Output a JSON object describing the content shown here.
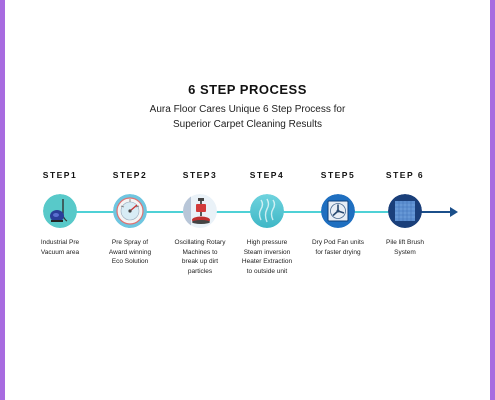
{
  "header": {
    "title": "6 STEP PROCESS",
    "subtitle_line1": "Aura Floor Cares Unique 6 Step Process for",
    "subtitle_line2": "Superior Carpet Cleaning Results"
  },
  "colors": {
    "frame": "#a86be0",
    "timeline": "#4fd1d6",
    "arrow": "#1b4f8a"
  },
  "steps": [
    {
      "label": "STEP1",
      "icon": "vacuum-icon",
      "desc": [
        "Industrial Pre",
        "Vacuum area"
      ]
    },
    {
      "label": "STEP2",
      "icon": "spray-gauge-icon",
      "desc": [
        "Pre Spray of",
        "Award winning",
        "Eco Solution"
      ]
    },
    {
      "label": "STEP3",
      "icon": "rotary-machine-icon",
      "desc": [
        "Oscillating Rotary",
        "Machines  to",
        "break up dirt",
        "particles"
      ]
    },
    {
      "label": "STEP4",
      "icon": "steam-icon",
      "desc": [
        "High pressure",
        "Steam inversion",
        "Heater Extraction",
        "to outside unit"
      ]
    },
    {
      "label": "STEP5",
      "icon": "fan-icon",
      "desc": [
        "Dry Pod Fan units",
        "for faster drying"
      ]
    },
    {
      "label": "STEP 6",
      "icon": "carpet-brush-icon",
      "desc": [
        "Pile lift Brush",
        "System"
      ]
    }
  ]
}
